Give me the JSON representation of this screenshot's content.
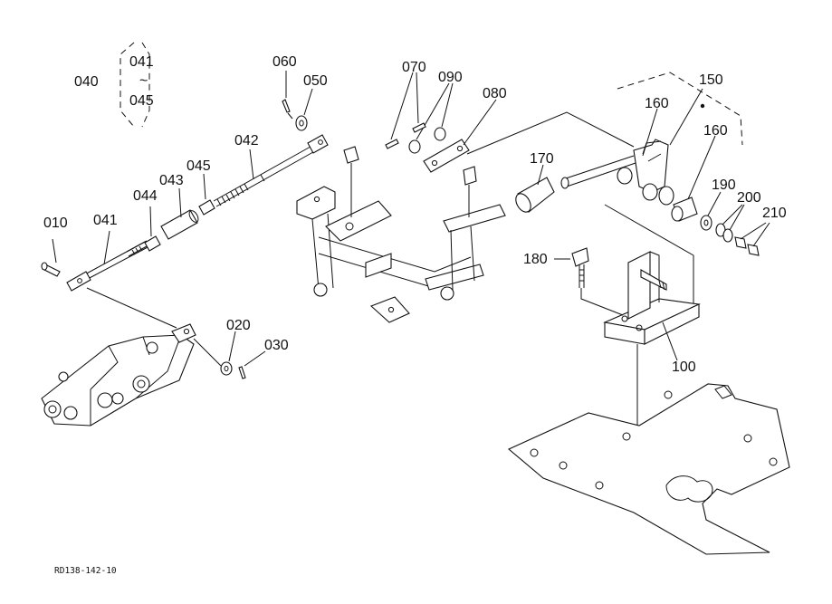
{
  "diagram": {
    "drawing_code": "RD138-142-10",
    "range_tilde": "~",
    "callouts": [
      {
        "id": "c040",
        "text": "040"
      },
      {
        "id": "c041a",
        "text": "041"
      },
      {
        "id": "c045a",
        "text": "045"
      },
      {
        "id": "c060",
        "text": "060"
      },
      {
        "id": "c050",
        "text": "050"
      },
      {
        "id": "c042",
        "text": "042"
      },
      {
        "id": "c045",
        "text": "045"
      },
      {
        "id": "c043",
        "text": "043"
      },
      {
        "id": "c044",
        "text": "044"
      },
      {
        "id": "c041",
        "text": "041"
      },
      {
        "id": "c010",
        "text": "010"
      },
      {
        "id": "c020",
        "text": "020"
      },
      {
        "id": "c030",
        "text": "030"
      },
      {
        "id": "c090",
        "text": "090"
      },
      {
        "id": "c080",
        "text": "080"
      },
      {
        "id": "c070",
        "text": "070"
      },
      {
        "id": "c150",
        "text": "150"
      },
      {
        "id": "c160a",
        "text": "160"
      },
      {
        "id": "c160b",
        "text": "160"
      },
      {
        "id": "c170",
        "text": "170"
      },
      {
        "id": "c190",
        "text": "190"
      },
      {
        "id": "c200",
        "text": "200"
      },
      {
        "id": "c210",
        "text": "210"
      },
      {
        "id": "c180",
        "text": "180"
      },
      {
        "id": "c100",
        "text": "100"
      }
    ]
  }
}
